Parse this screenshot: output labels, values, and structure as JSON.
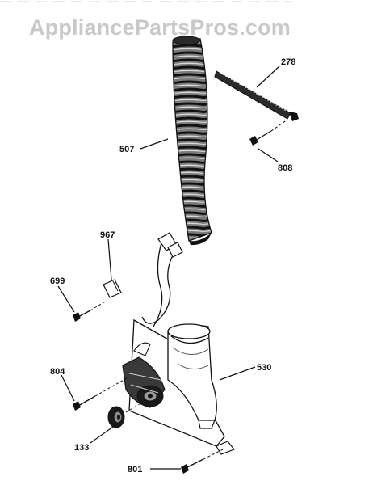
{
  "watermark": "AppliancePartsPros.com",
  "parts": [
    {
      "id": "p278",
      "label": "278",
      "name": "cable-tie"
    },
    {
      "id": "p808",
      "label": "808",
      "name": "screw"
    },
    {
      "id": "p507",
      "label": "507",
      "name": "flexible-duct"
    },
    {
      "id": "p967",
      "label": "967",
      "name": "clip"
    },
    {
      "id": "p699",
      "label": "699",
      "name": "screw"
    },
    {
      "id": "p804",
      "label": "804",
      "name": "screw"
    },
    {
      "id": "p530",
      "label": "530",
      "name": "blower-assembly"
    },
    {
      "id": "p133",
      "label": "133",
      "name": "pulley"
    },
    {
      "id": "p801",
      "label": "801",
      "name": "screw"
    }
  ]
}
